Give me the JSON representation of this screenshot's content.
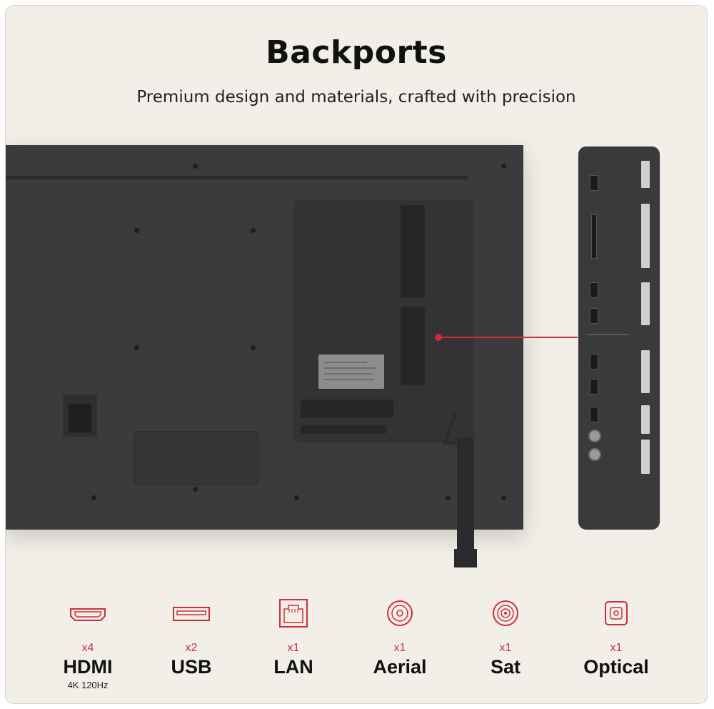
{
  "header": {
    "title": "Backports",
    "subtitle": "Premium design and materials, crafted with precision"
  },
  "accent_color": "#d42a3b",
  "features": [
    {
      "icon": "hdmi-icon",
      "count": "x4",
      "name": "HDMI",
      "note": "4K 120Hz"
    },
    {
      "icon": "usb-icon",
      "count": "x2",
      "name": "USB",
      "note": ""
    },
    {
      "icon": "lan-icon",
      "count": "x1",
      "name": "LAN",
      "note": ""
    },
    {
      "icon": "aerial-icon",
      "count": "x1",
      "name": "Aerial",
      "note": ""
    },
    {
      "icon": "sat-icon",
      "count": "x1",
      "name": "Sat",
      "note": ""
    },
    {
      "icon": "optical-icon",
      "count": "x1",
      "name": "Optical",
      "note": ""
    }
  ]
}
